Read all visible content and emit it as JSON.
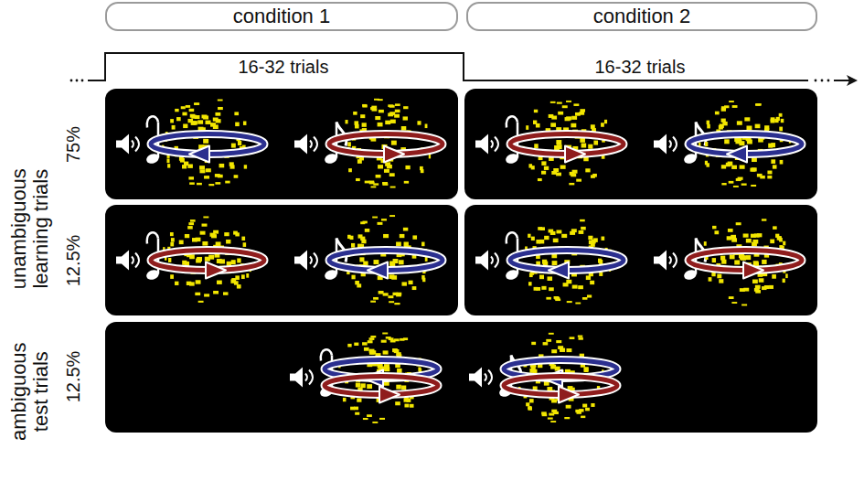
{
  "diagram": {
    "nodes": [
      {
        "text": [
          "condition 1"
        ]
      },
      {
        "text": [
          "condition 2"
        ]
      }
    ],
    "labels": [
      "16-32 trials",
      "16-32 trials",
      "unambiguous learning trials",
      "75%",
      "12.5%",
      "ambiguous test trials",
      "12.5%"
    ]
  }
}
